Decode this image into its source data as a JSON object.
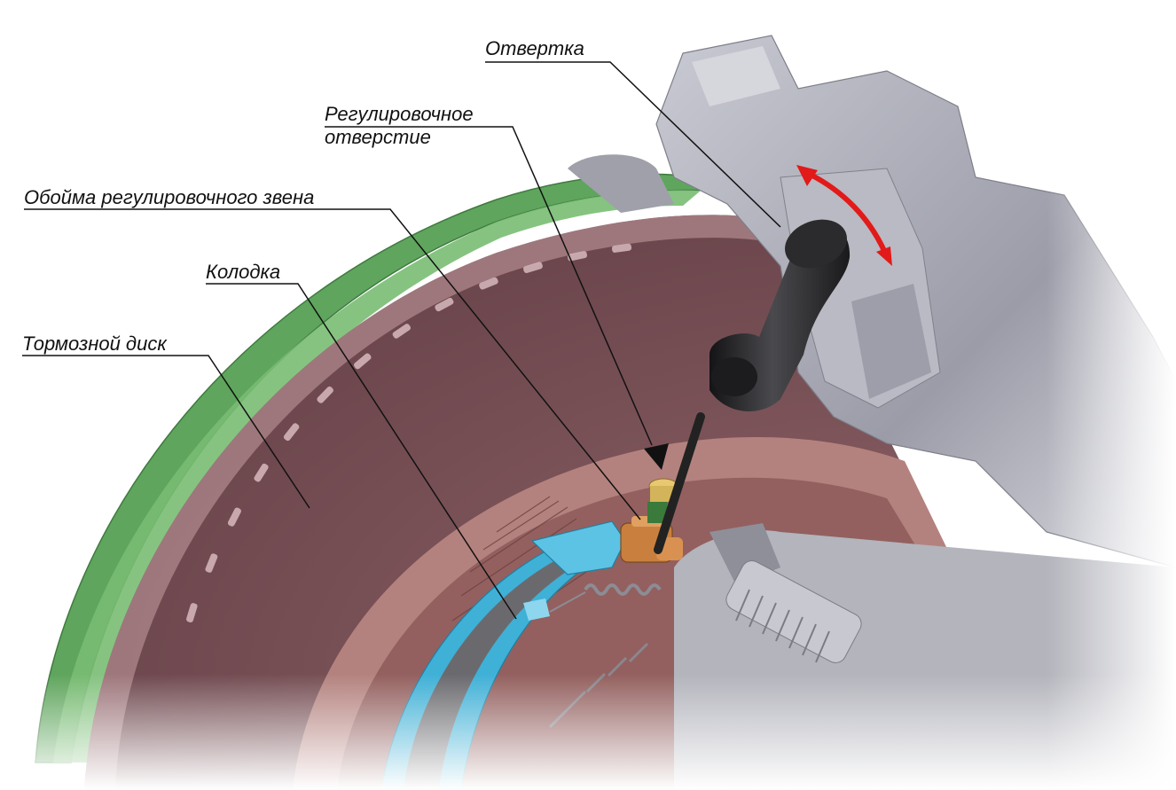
{
  "labels": {
    "screwdriver": "Отвертка",
    "adjust_hole_line1": "Регулировочное",
    "adjust_hole_line2": "отверстие",
    "adjuster_clip": "Обойма регулировочного звена",
    "brake_shoe": "Колодка",
    "brake_disc": "Тормозной диск"
  },
  "colors": {
    "shield_green": "#5fa55d",
    "disc_rotor": "#8a5e63",
    "drum_inner": "#a06e6a",
    "caliper_gray": "#a4a6b0",
    "screwdriver_handle": "#262628",
    "shoe_blue": "#3fb0d6",
    "adjuster_copper": "#c9803e",
    "arrow_red": "#e21a1a"
  },
  "icons": {
    "rotation_arrow": "double-headed-curved-arrow-icon"
  }
}
